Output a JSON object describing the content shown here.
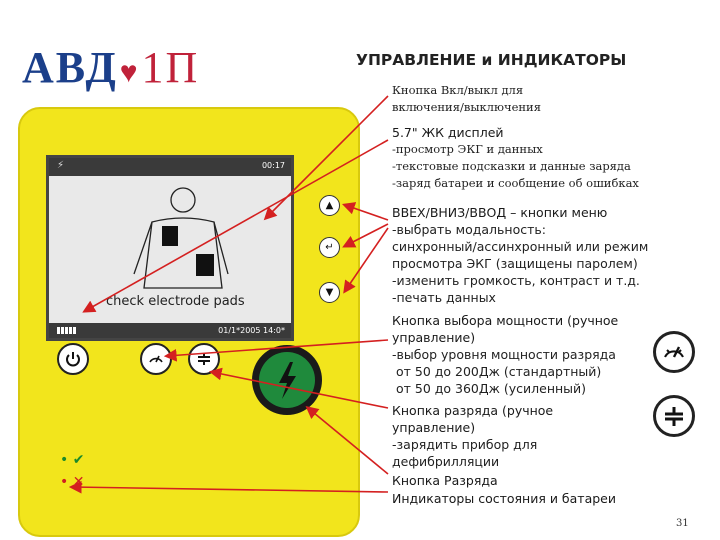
{
  "logo": {
    "text": "АВД",
    "heart": "♥",
    "suffix": "1П"
  },
  "title": {
    "main": "УПРАВЛЕНИЕ",
    "conj": "и",
    "tail": "ИНДИКАТОРЫ"
  },
  "lcd": {
    "top_left_text": "00:17",
    "message": "check electrode pads",
    "date": "01/1*2005 14:0*"
  },
  "blocks": {
    "power": {
      "lines": [
        "Кнопка Вкл/выкл  для",
        "включения/выключения"
      ]
    },
    "lcd": {
      "head": "5.7\" ЖК дисплей",
      "lines": [
        "-просмотр ЭКГ и данных",
        "-текстовые подсказки и данные заряда",
        "-заряд батареи и сообщение об ошибках"
      ]
    },
    "menu": {
      "head": "ВВЕХ/ВНИЗ/ВВОД – кнопки меню",
      "lines": [
        "-выбрать модальность:",
        "синхронный/ассинхронный или режим",
        "просмотра ЭКГ (защищены паролем)",
        "-изменить громкость, контраст и т.д.",
        "-печать данных"
      ]
    },
    "energy": {
      "head1": "Кнопка выбора мощности (ручное",
      "head2": "управление)",
      "lines": [
        "-выбор уровня мощности разряда",
        " от 50 до 200Дж (стандартный)",
        " от 50 до 360Дж (усиленный)"
      ]
    },
    "charge": {
      "head1": "Кнопка разряда (ручное",
      "head2": "управление)",
      "lines": [
        "-зарядить прибор для",
        "дефибрилляции"
      ]
    },
    "shock": {
      "head": "Кнопка Разряда"
    },
    "status": {
      "head": "Индикаторы состояния и батареи"
    }
  },
  "page_number": "31",
  "colors": {
    "device": "#f2e51c",
    "arrow": "#d42020",
    "shock_green": "#1f8a3c",
    "logo_blue": "#1b3f8a",
    "logo_red": "#c0223a"
  },
  "icons": [
    "power-icon",
    "up-arrow-icon",
    "enter-icon",
    "down-arrow-icon",
    "energy-dial-icon",
    "charge-icon",
    "lightning-icon",
    "check-icon",
    "cross-icon"
  ]
}
